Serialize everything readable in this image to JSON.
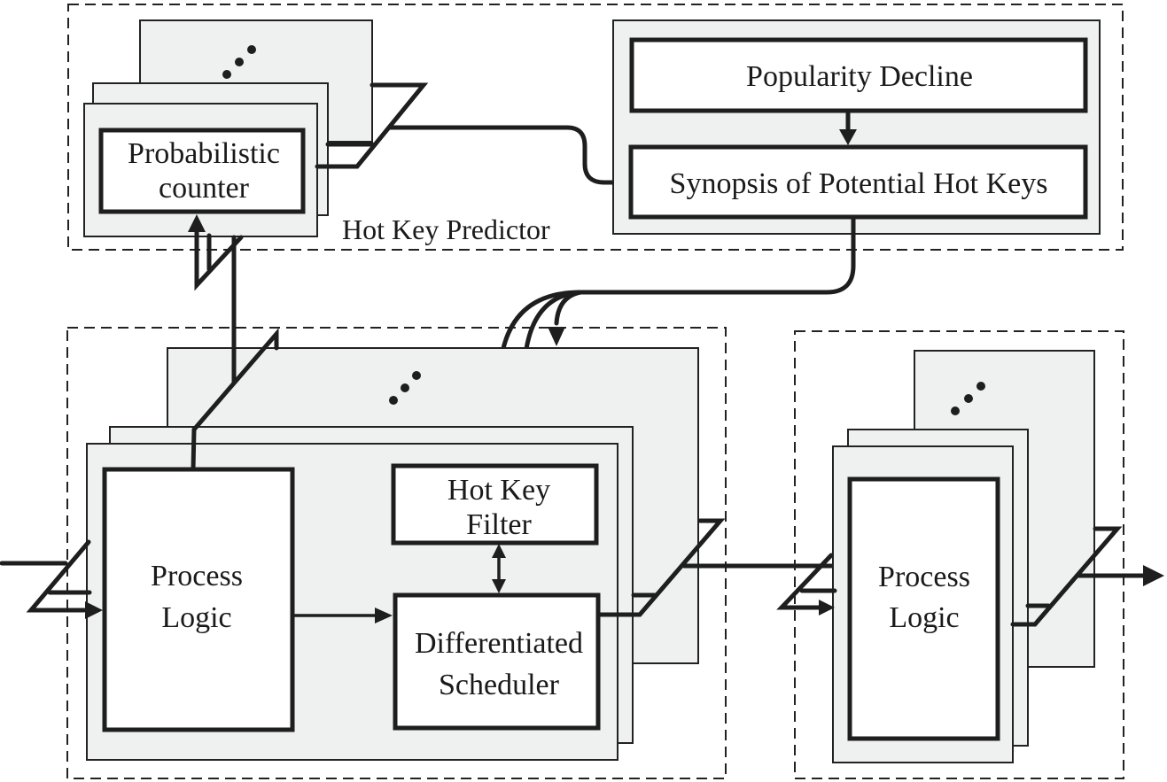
{
  "diagram": {
    "groups": {
      "predictor": {
        "caption": "Hot Key Predictor"
      },
      "operator_upstream": {
        "caption": ""
      },
      "operator_downstream": {
        "caption": ""
      }
    },
    "nodes": {
      "probabilistic_counter": {
        "line1": "Probabilistic",
        "line2": "counter"
      },
      "popularity_decline": {
        "label": "Popularity Decline"
      },
      "synopsis": {
        "label": "Synopsis of Potential Hot Keys"
      },
      "process_logic_up": {
        "line1": "Process",
        "line2": "Logic"
      },
      "hot_key_filter": {
        "line1": "Hot Key",
        "line2": "Filter"
      },
      "scheduler": {
        "line1": "Differentiated",
        "line2": "Scheduler"
      },
      "process_logic_down": {
        "line1": "Process",
        "line2": "Logic"
      }
    },
    "ellipsis": "⋰",
    "colors": {
      "card_fill": "#eff1f0",
      "line": "#1e1e1e",
      "box_fill": "#ffffff"
    }
  }
}
